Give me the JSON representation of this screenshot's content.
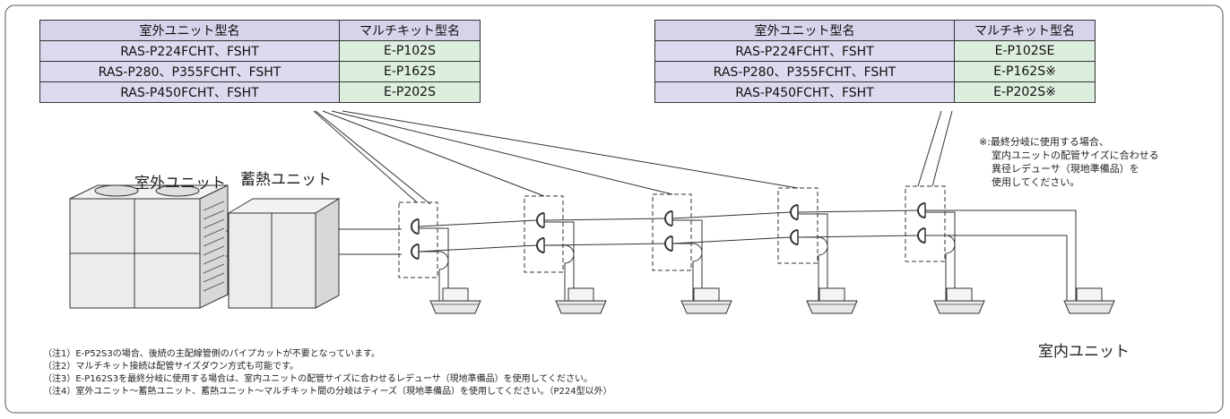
{
  "table_left": {
    "headers": [
      "室外ユニット型名",
      "マルチキット型名"
    ],
    "rows": [
      {
        "model": "RAS-P224FCHT、FSHT",
        "kit": "E-P102S"
      },
      {
        "model": "RAS-P280、P355FCHT、FSHT",
        "kit": "E-P162S"
      },
      {
        "model": "RAS-P450FCHT、FSHT",
        "kit": "E-P202S"
      }
    ]
  },
  "table_right": {
    "headers": [
      "室外ユニット型名",
      "マルチキット型名"
    ],
    "rows": [
      {
        "model": "RAS-P224FCHT、FSHT",
        "kit": "E-P102SE"
      },
      {
        "model": "RAS-P280、P355FCHT、FSHT",
        "kit": "E-P162S※"
      },
      {
        "model": "RAS-P450FCHT、FSHT",
        "kit": "E-P202S※"
      }
    ]
  },
  "labels": {
    "outdoor_unit": "室外ユニット",
    "storage_unit": "蓄熱ユニット",
    "indoor_unit": "室内ユニット"
  },
  "asterisk_note": [
    "※:最終分岐に使用する場合、",
    "室内ユニットの配管サイズに合わせる",
    "異径レデューサ（現地準備品）を",
    "使用してください。"
  ],
  "notes": [
    "（注1）E-P52S3の場合、後続の主配線管側のパイプカットが不要となっています。",
    "（注2）マルチキット接続は配管サイズダウン方式も可能です。",
    "（注3）E-P162S3を最終分岐に使用する場合は、室内ユニットの配管サイズに合わせるレデューサ（現地準備品）を使用してください。",
    "（注4）室外ユニット〜蓄熱ユニット、蓄熱ユニット〜マルチキット間の分岐はティーズ（現地準備品）を使用してください。（P224型以外）"
  ]
}
